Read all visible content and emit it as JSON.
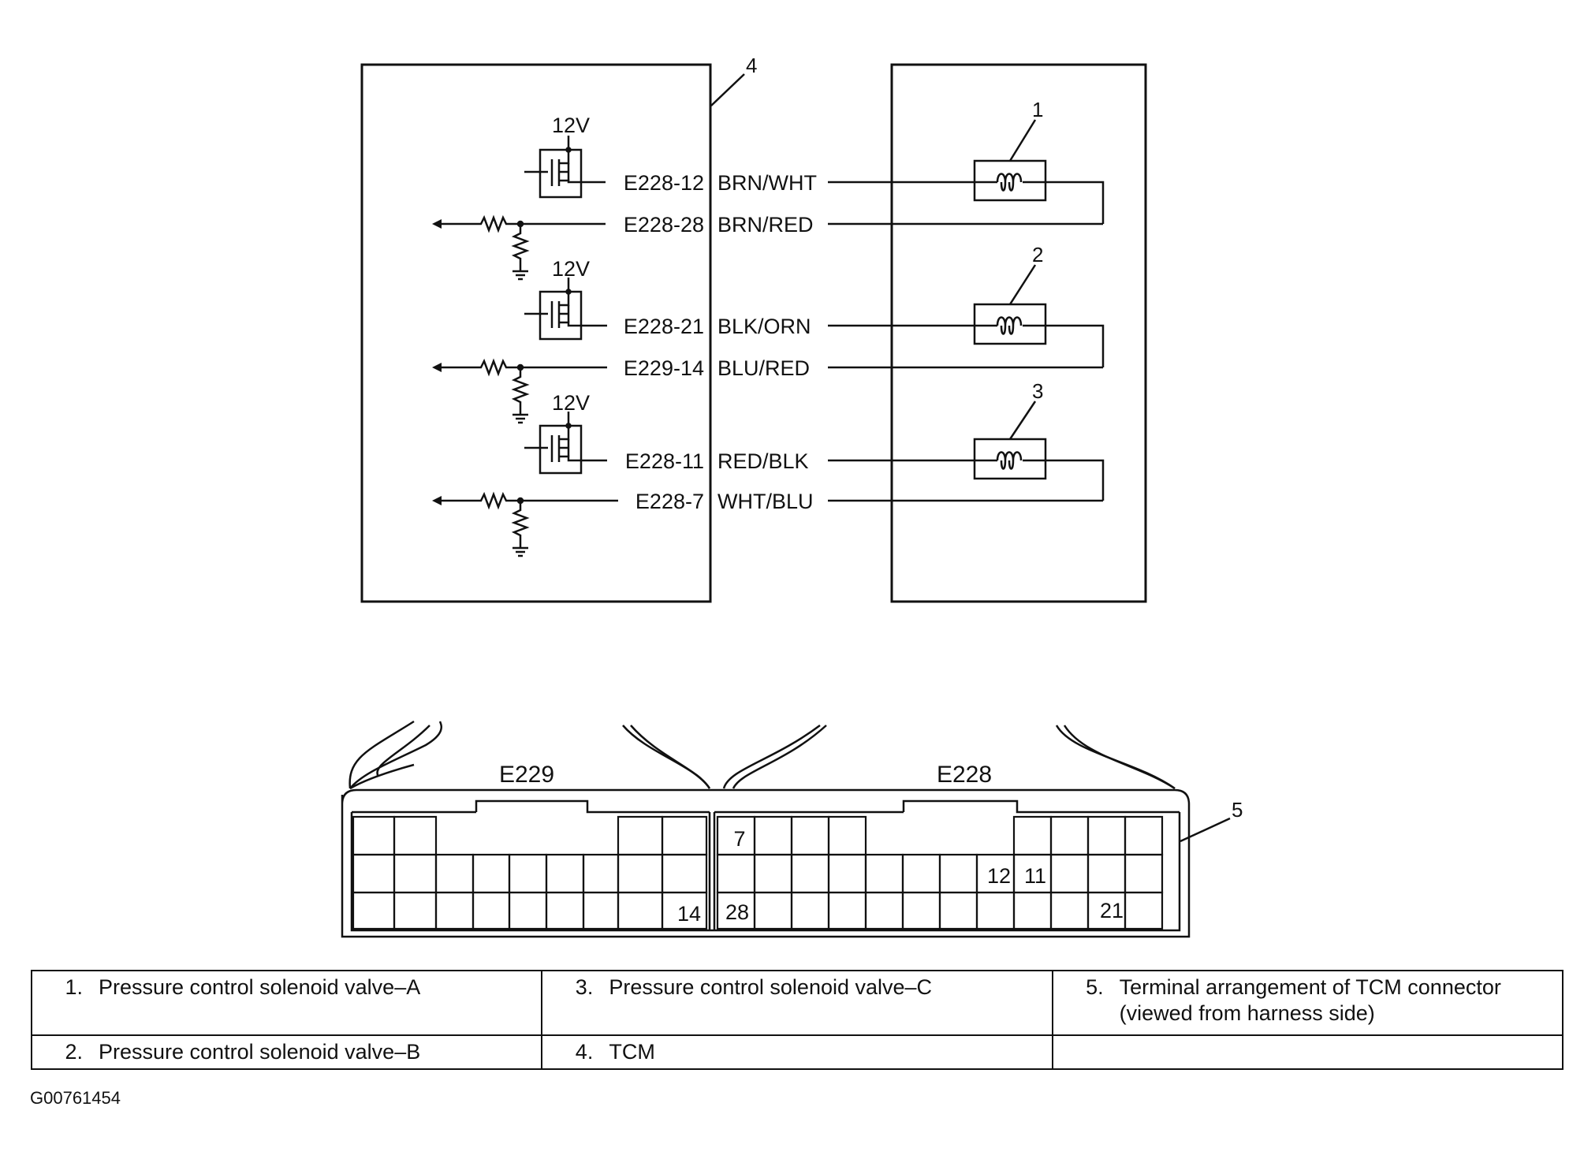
{
  "tcm_signals": [
    {
      "pin": "E228-12",
      "wire": "BRN/WHT"
    },
    {
      "pin": "E228-28",
      "wire": "BRN/RED"
    },
    {
      "pin": "E228-21",
      "wire": "BLK/ORN"
    },
    {
      "pin": "E229-14",
      "wire": "BLU/RED"
    },
    {
      "pin": "E228-11",
      "wire": "RED/BLK"
    },
    {
      "pin": "E228-7",
      "wire": "WHT/BLU"
    }
  ],
  "supply_voltage": "12V",
  "callouts": [
    "1",
    "2",
    "3",
    "4",
    "5"
  ],
  "connectors": {
    "left_name": "E229",
    "right_name": "E228",
    "left_pins": [
      "14"
    ],
    "right_pins": [
      "7",
      "12",
      "11",
      "28",
      "21"
    ]
  },
  "legend": [
    {
      "num": "1.",
      "text": "Pressure control solenoid valve–A"
    },
    {
      "num": "3.",
      "text": "Pressure control solenoid valve–C"
    },
    {
      "num": "5.",
      "text": "Terminal arrangement of TCM connector (viewed from harness side)"
    },
    {
      "num": "2.",
      "text": "Pressure control solenoid valve–B"
    },
    {
      "num": "4.",
      "text": "TCM"
    }
  ],
  "figure_id": "G00761454"
}
